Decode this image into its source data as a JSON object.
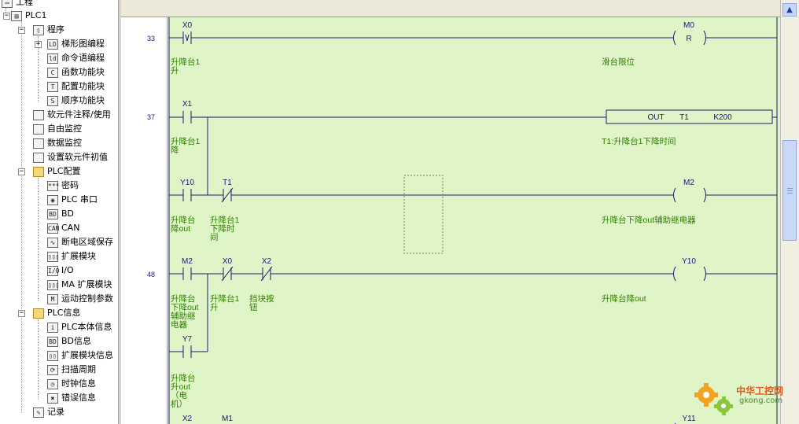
{
  "tree": {
    "root": "工程",
    "plc": "PLC1",
    "program": {
      "label": "程序",
      "items": [
        {
          "icon": "ladder-icon",
          "glyph": "LD",
          "label": "梯形图编程"
        },
        {
          "icon": "instruction-icon",
          "glyph": "ld",
          "label": "命令语编程"
        },
        {
          "icon": "function-block-icon",
          "glyph": "C",
          "label": "函数功能块"
        },
        {
          "icon": "config-block-icon",
          "glyph": "T",
          "label": "配置功能块"
        },
        {
          "icon": "sequence-block-icon",
          "glyph": "S",
          "label": "顺序功能块"
        }
      ]
    },
    "mid_items": [
      {
        "icon": "list-icon",
        "label": "软元件注释/使用"
      },
      {
        "icon": "document-icon",
        "label": "自由监控"
      },
      {
        "icon": "monitor-icon",
        "label": "数据监控"
      },
      {
        "icon": "settings-icon",
        "label": "设置软元件初值"
      }
    ],
    "plc_config": {
      "label": "PLC配置",
      "items": [
        {
          "icon": "password-icon",
          "glyph": "***",
          "label": "密码"
        },
        {
          "icon": "serial-port-icon",
          "glyph": "◉",
          "label": "PLC 串口"
        },
        {
          "icon": "bd-icon",
          "glyph": "BD",
          "label": "BD"
        },
        {
          "icon": "can-icon",
          "glyph": "CAN",
          "label": "CAN"
        },
        {
          "icon": "power-save-icon",
          "glyph": "∿",
          "label": "断电区域保存"
        },
        {
          "icon": "expansion-icon",
          "glyph": "▯▯▯",
          "label": "扩展模块"
        },
        {
          "icon": "io-icon",
          "glyph": "I/O",
          "label": "I/O"
        },
        {
          "icon": "ma-expansion-icon",
          "glyph": "▯▯▯",
          "label": "MA 扩展模块"
        },
        {
          "icon": "motion-icon",
          "glyph": "M",
          "label": "运动控制参数"
        }
      ]
    },
    "plc_info": {
      "label": "PLC信息",
      "items": [
        {
          "icon": "info-icon",
          "glyph": "i",
          "label": "PLC本体信息"
        },
        {
          "icon": "bd-info-icon",
          "glyph": "BD",
          "label": "BD信息"
        },
        {
          "icon": "expansion-info-icon",
          "glyph": "▯▯",
          "label": "扩展模块信息"
        },
        {
          "icon": "scan-cycle-icon",
          "glyph": "⟳",
          "label": "扫描周期"
        },
        {
          "icon": "clock-icon",
          "glyph": "◷",
          "label": "时钟信息"
        },
        {
          "icon": "error-icon",
          "glyph": "✖",
          "label": "错误信息"
        }
      ]
    },
    "record": {
      "icon": "record-icon",
      "label": "记录"
    }
  },
  "ladder": {
    "steps": [
      "33",
      "37",
      "48"
    ],
    "contacts": {
      "x0_r33": "X0",
      "x1": "X1",
      "y10": "Y10",
      "t1": "T1",
      "m2": "M2",
      "x0_r48": "X0",
      "x2_r48": "X2",
      "y7": "Y7",
      "x2_next": "X2",
      "m1_next": "M1"
    },
    "coils": {
      "m0": {
        "label": "M0",
        "inner": "R"
      },
      "m2": {
        "label": "M2"
      },
      "y10": {
        "label": "Y10"
      },
      "y11": {
        "label": "Y11"
      }
    },
    "out_box": {
      "op": "OUT",
      "arg1": "T1",
      "arg2": "K200"
    },
    "comments": {
      "x0_r33": [
        "升降台1",
        "升"
      ],
      "m0": "滑台限位",
      "x1": [
        "升降台1",
        "降"
      ],
      "t1_coil": "T1:升降台1下降时间",
      "y10": [
        "升降台",
        "降out"
      ],
      "t1": [
        "升降台1",
        "下降时",
        "间"
      ],
      "m2_coil": "升降台下降out辅助继电器",
      "m2": [
        "升降台",
        "下降out",
        "辅助继",
        "电器"
      ],
      "x0_r48": [
        "升降台1",
        "升"
      ],
      "x2_r48": [
        "挡块按",
        "钮"
      ],
      "y10_coil": "升降台降out",
      "y7": [
        "升降台",
        "升out",
        "（电",
        "机）"
      ]
    }
  },
  "watermark": {
    "text": "中华工控网",
    "url": "gkong.com"
  },
  "colors": {
    "ladder_bg": "#dff5c8",
    "rung": "#1a1a6e",
    "comment": "#2f7d00"
  }
}
